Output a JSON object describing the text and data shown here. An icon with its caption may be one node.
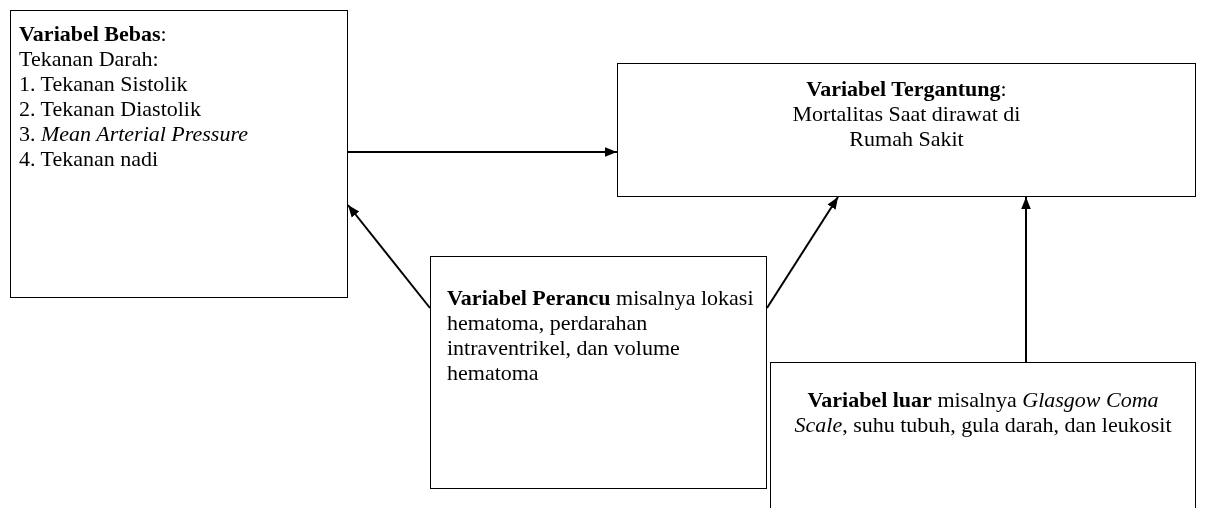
{
  "diagram": {
    "nodes": [
      {
        "text": [
          "**Variabel Bebas**:",
          "Tekanan Darah:",
          "1. Tekanan Sistolik",
          "2. Tekanan Diastolik",
          "3. *Mean Arterial Pressure*",
          "4. Tekanan nadi"
        ]
      },
      {
        "text": [
          "**Variabel Tergantung**:",
          "Mortalitas Saat dirawat di Rumah Sakit"
        ]
      },
      {
        "text": [
          "**Variabel Perancu** misalnya lokasi hematoma, perdarahan intraventrikel, dan volume hematoma"
        ]
      },
      {
        "text": [
          "**Variabel luar** misalnya *Glasgow Coma Scale*, suhu tubuh, gula darah, dan leukosit"
        ]
      }
    ],
    "edges": [
      {
        "from": 0,
        "to": 1,
        "arrow": "to"
      },
      {
        "from": 2,
        "to": 0,
        "arrow": "to"
      },
      {
        "from": 2,
        "to": 1,
        "arrow": "to"
      },
      {
        "from": 3,
        "to": 1,
        "arrow": "to"
      }
    ]
  }
}
